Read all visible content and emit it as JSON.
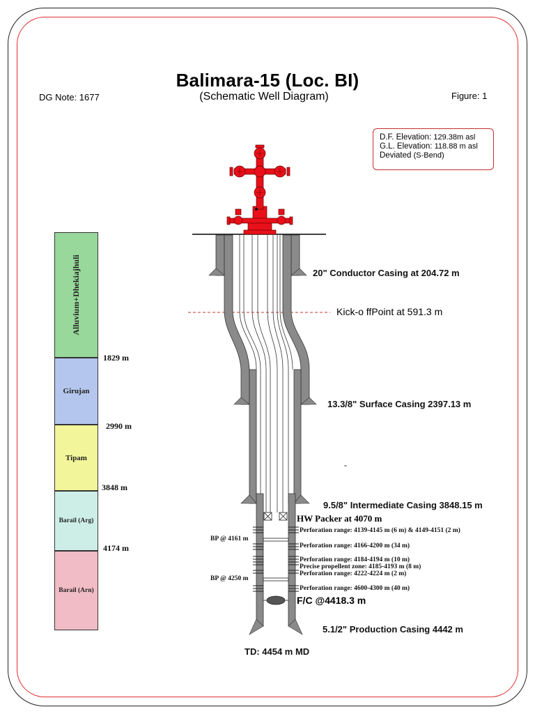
{
  "header": {
    "title": "Balimara-15 (Loc. BI)",
    "subtitle": "(Schematic Well Diagram)",
    "note": "DG  Note: 1677",
    "figure": "Figure: 1"
  },
  "elevation": {
    "df_label": "D.F. Elevation: ",
    "df_value": "129.38m asl",
    "gl_label": "G.L. Elevation: ",
    "gl_value": "118.88 m asl",
    "dev_label": "Deviated ",
    "dev_value": "(S-Bend)"
  },
  "stratigraphy": [
    {
      "name": "Alluvium+Dhekiajhuli",
      "color": "#98d89a"
    },
    {
      "name": "Girujan",
      "color": "#b5c6ee"
    },
    {
      "name": "Tipam",
      "color": "#f2f59a"
    },
    {
      "name": "Barail (Arg)",
      "color": "#cdeee6"
    },
    {
      "name": "Barail (Arn)",
      "color": "#f1bcc6"
    }
  ],
  "depths": [
    "1829 m",
    "2990 m",
    "3848 m",
    "4174 m"
  ],
  "casings": {
    "conductor": "20\" Conductor Casing at 204.72 m",
    "kickoff": "Kick-o ffPoint at 591.3 m",
    "surface": "13.3/8\" Surface Casing 2397.13 m",
    "dash": "-",
    "intermediate": "9.5/8\" Intermediate Casing 3848.15 m",
    "packer": "HW Packer at 4070 m",
    "float_collar": "F/C @4418.3 m",
    "production": "5.1/2\" Production Casing 4442 m",
    "td": "TD: 4454 m MD"
  },
  "perforations": [
    "Perforation range: 4139-4145 m (6 m) & 4149-4151 (2 m)",
    "Perforation range: 4166-4200 m (34 m)",
    "Perforation range: 4184-4194 m (10 m)",
    "Precise propellent zone: 4185-4193 m (8 m)",
    "Perforation range: 4222-4224 m (2 m)",
    "Perforation range: 4600-4300 m (40 m)"
  ],
  "bridge_plugs": [
    "BP @ 4161 m",
    "BP @ 4250 m"
  ],
  "colors": {
    "casing_grey": "#8a8a8a",
    "wellhead_red": "#e8101a",
    "kickoff_line": "#c0392b"
  }
}
